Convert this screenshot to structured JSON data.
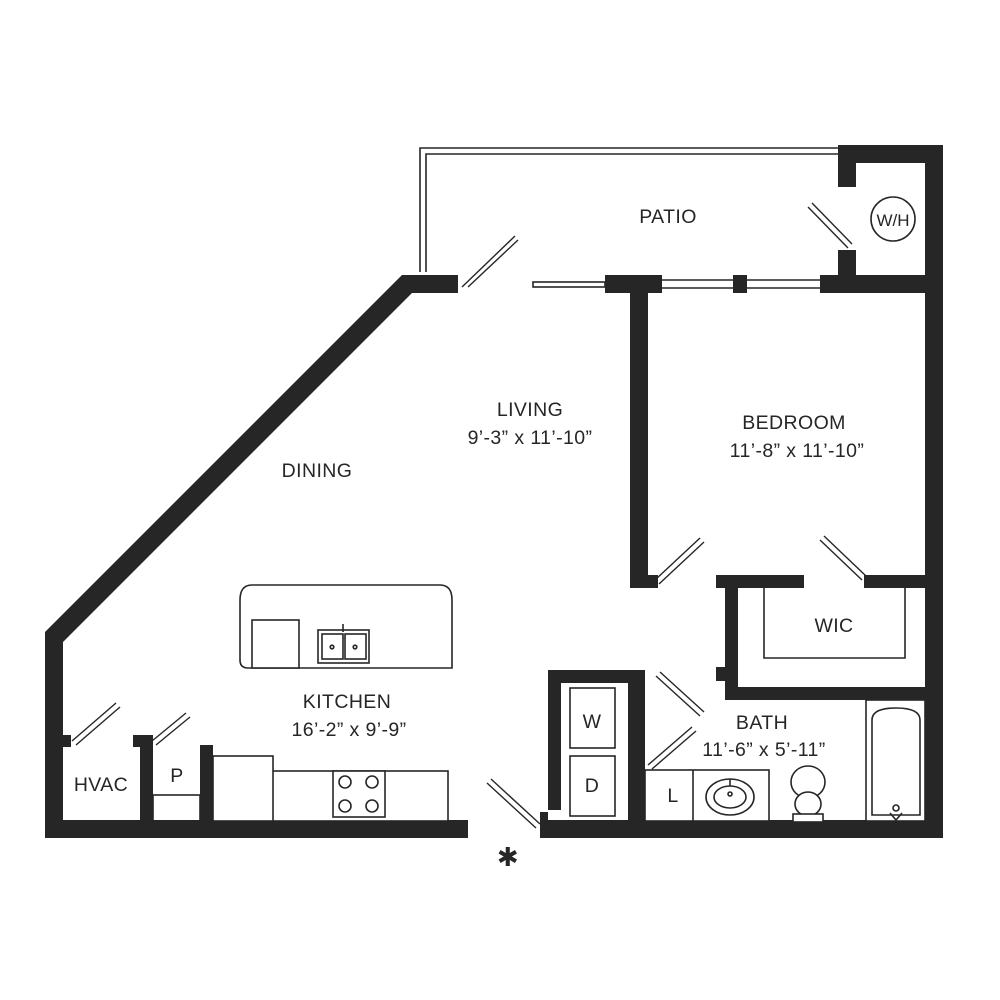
{
  "rooms": {
    "patio": {
      "name": "PATIO"
    },
    "living": {
      "name": "LIVING",
      "dims": "9’-3” x 11’-10”"
    },
    "bedroom": {
      "name": "BEDROOM",
      "dims": "11’-8” x 11’-10”"
    },
    "dining": {
      "name": "DINING"
    },
    "kitchen": {
      "name": "KITCHEN",
      "dims": "16’-2” x 9’-9”"
    },
    "wic": {
      "name": "WIC"
    },
    "bath": {
      "name": "BATH",
      "dims": "11’-6” x 5’-11”"
    },
    "hvac": {
      "name": "HVAC"
    },
    "pantry": {
      "name": "P"
    },
    "washer": {
      "name": "W"
    },
    "dryer": {
      "name": "D"
    },
    "linen": {
      "name": "L"
    },
    "water_heater": {
      "name": "W/H"
    }
  },
  "entry_marker": "✱"
}
